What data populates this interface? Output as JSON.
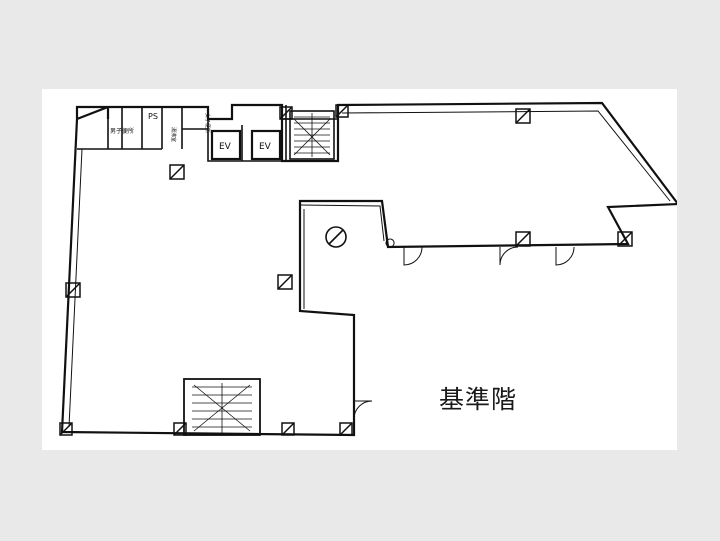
{
  "floor_label": "基準階",
  "room_labels": {
    "ps": "PS",
    "mens_toilet": "男子便所",
    "kitchen": "湯沸室",
    "womens_toilet": "女子便所",
    "elevator_1": "EV",
    "elevator_2": "EV"
  },
  "colors": {
    "background": "#e9e9e9",
    "paper": "#ffffff",
    "ink": "#111111"
  }
}
